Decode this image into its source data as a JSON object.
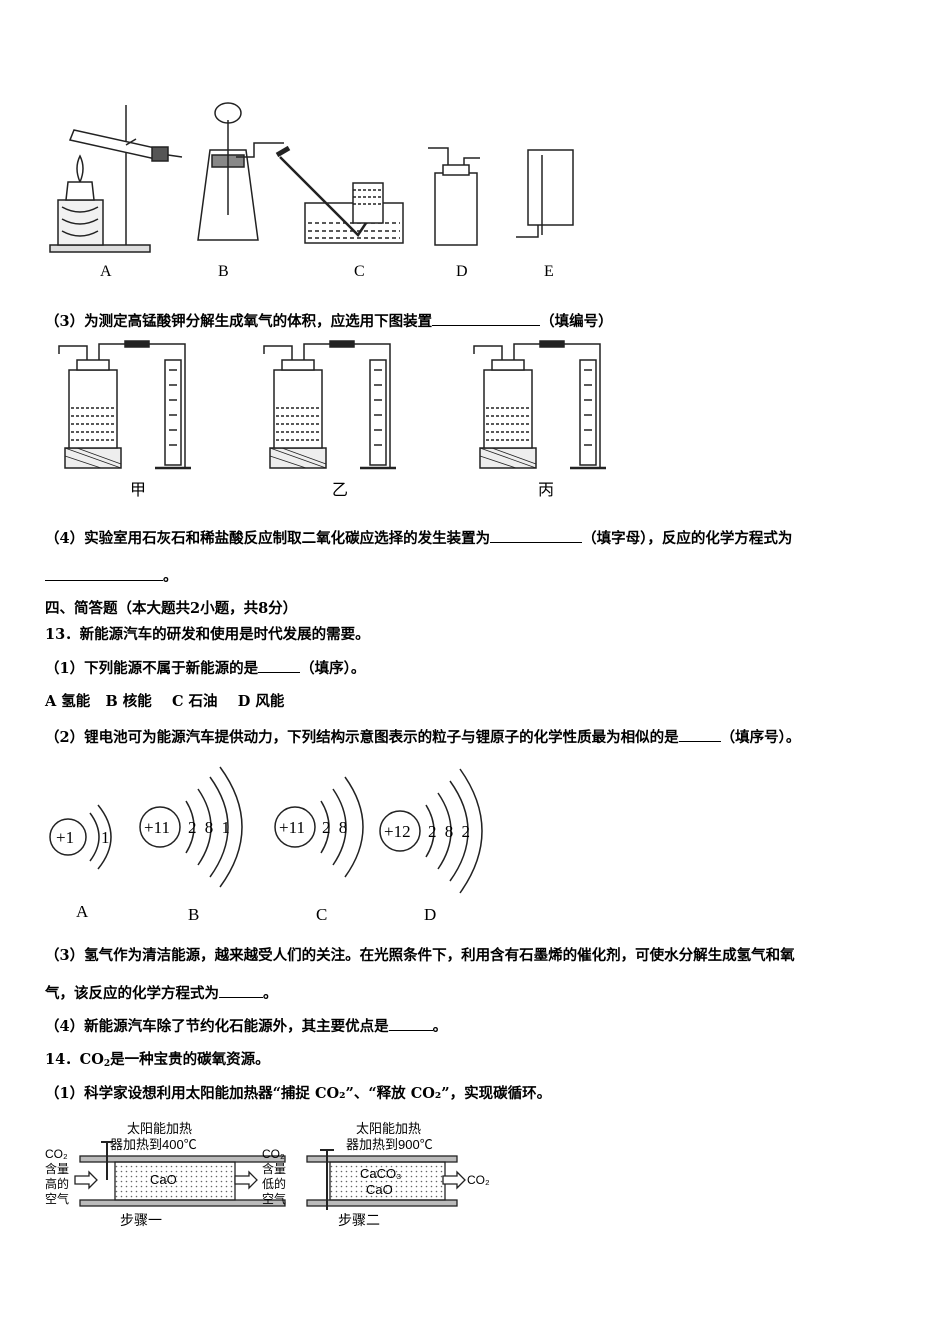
{
  "apparatus": {
    "labels": [
      "A",
      "B",
      "C",
      "D",
      "E"
    ]
  },
  "q3_text": "（3）为测定高锰酸钾分解生成氧气的体积，应选用下图装置",
  "q3_suffix": "（填编号）",
  "q3_labels": [
    "甲",
    "乙",
    "丙"
  ],
  "q4_text": "（4）实验室用石灰石和稀盐酸反应制取二氧化碳应选择的发生装置为",
  "q4_mid": "（填字母），反应的化学方程式为",
  "q4_end": "。",
  "section4": "四、简答题（本大题共2小题，共8分）",
  "q13": {
    "stem": "13．新能源汽车的研发和使用是时代发展的需要。",
    "p1": "（1）下列能源不属于新能源的是",
    "p1_suffix": "（填序）。",
    "options": "A 氢能   B 核能    C 石油    D 风能",
    "p2": "（2）锂电池可为能源汽车提供动力，下列结构示意图表示的粒子与锂原子的化学性质最为相似的是",
    "p2_suffix": "（填序号）。",
    "atoms": [
      {
        "label": "A",
        "nucleus": "+1",
        "shells": "1"
      },
      {
        "label": "B",
        "nucleus": "+11",
        "shells": "2 8 1"
      },
      {
        "label": "C",
        "nucleus": "+11",
        "shells": "2 8"
      },
      {
        "label": "D",
        "nucleus": "+12",
        "shells": "2 8 2"
      }
    ],
    "p3a": "（3）氢气作为清洁能源，越来越受人们的关注。在光照条件下，利用含有石墨烯的催化剂，可使水分解生成氢气和氧",
    "p3b": "气，该反应的化学方程式为",
    "p3_end": "。",
    "p4": "（4）新能源汽车除了节约化石能源外，其主要优点是",
    "p4_end": "。"
  },
  "q14": {
    "stem_a": "14．CO",
    "stem_sub": "2",
    "stem_b": "是一种宝贵的碳氧资源。",
    "p1": "（1）科学家设想利用太阳能加热器“捕捉 CO₂”、“释放 CO₂”，实现碳循环。",
    "step1": {
      "heater": "太阳能加热",
      "heater2": "器加热到400℃",
      "inlet": [
        "CO₂",
        "含量",
        "高的",
        "空气"
      ],
      "content": "CaO",
      "label": "步骤一"
    },
    "step2": {
      "heater": "太阳能加热",
      "heater2": "器加热到900℃",
      "inlet": [
        "CO₂",
        "含量",
        "低的",
        "空气"
      ],
      "content1": "CaCO₃",
      "content2": "CaO",
      "outlet": "CO₂",
      "label": "步骤二"
    }
  }
}
